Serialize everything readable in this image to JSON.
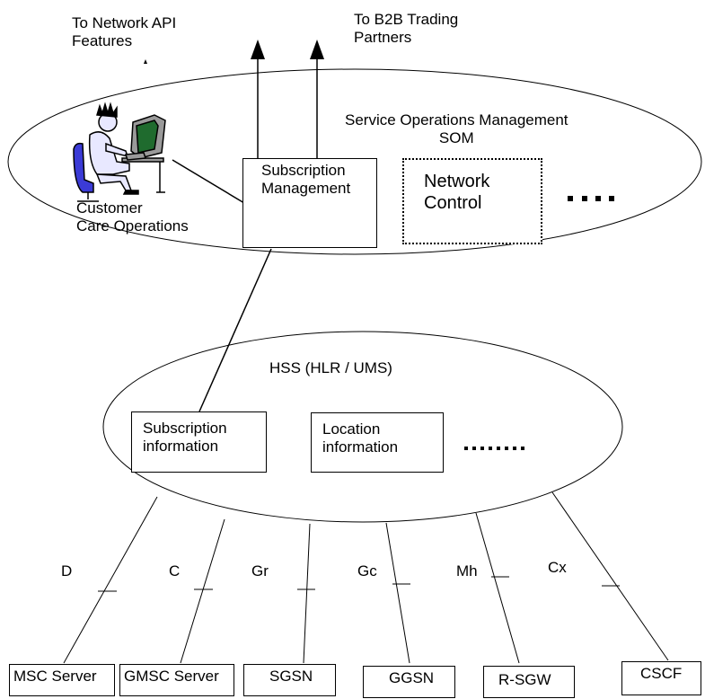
{
  "top_labels": {
    "network_api_line1": "To Network API",
    "network_api_line2": "Features",
    "b2b_line1": "To B2B Trading",
    "b2b_line2": "Partners"
  },
  "som": {
    "title_line1": "Service Operations Management",
    "title_line2": "SOM",
    "customer_care_line1": "Customer",
    "customer_care_line2": "Care Operations",
    "subscription_mgmt_line1": "Subscription",
    "subscription_mgmt_line2": "Management",
    "network_control_line1": "Network",
    "network_control_line2": "Control"
  },
  "hss": {
    "title": "HSS (HLR / UMS)",
    "subscription_info_line1": "Subscription",
    "subscription_info_line2": "information",
    "location_info_line1": "Location",
    "location_info_line2": "information"
  },
  "interfaces": {
    "d": "D",
    "c": "C",
    "gr": "Gr",
    "gc": "Gc",
    "mh": "Mh",
    "cx": "Cx"
  },
  "nodes": {
    "msc_server": "MSC Server",
    "gmsc_server": "GMSC Server",
    "sgsn": "SGSN",
    "ggsn": "GGSN",
    "r_sgw": "R-SGW",
    "cscf": "CSCF"
  }
}
